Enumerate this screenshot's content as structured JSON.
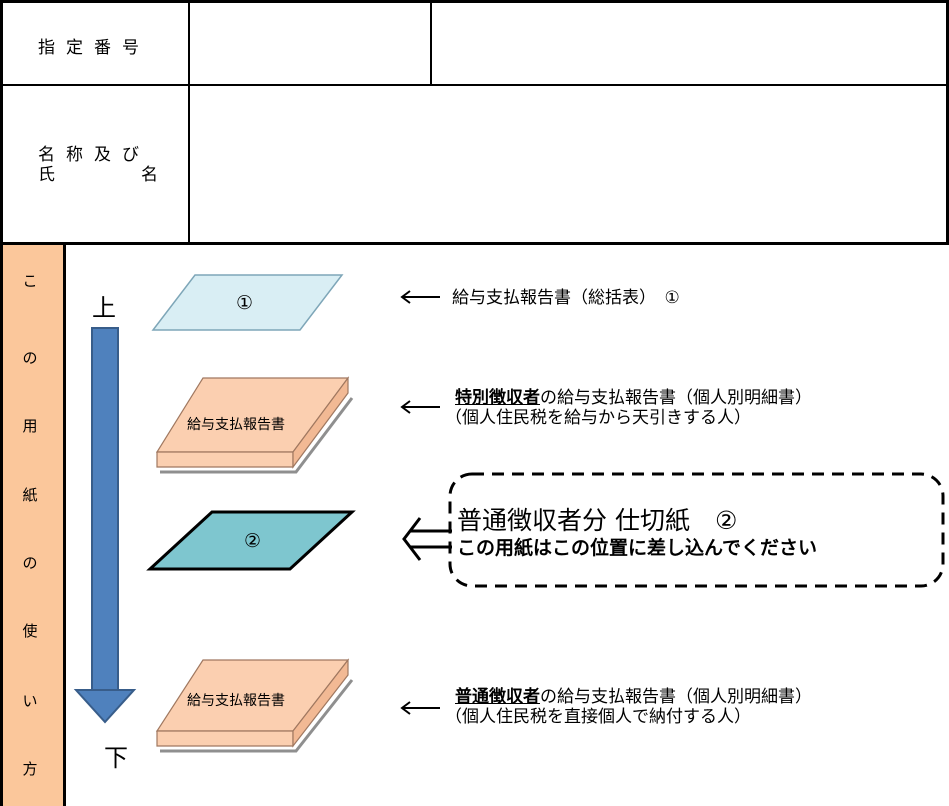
{
  "header": {
    "designation_label": [
      "指",
      "定",
      "番",
      "号"
    ],
    "name_label_row1": [
      "名",
      "称",
      "及",
      "び"
    ],
    "name_label_row2": [
      "氏",
      "名"
    ]
  },
  "sidebar": {
    "chars": [
      "こ",
      "の",
      "用",
      "紙",
      "の",
      "使",
      "い",
      "方"
    ]
  },
  "flow": {
    "top_label": "上",
    "bottom_label": "下"
  },
  "stack": {
    "sheet1_label": "①",
    "book_label": "給与支払報告書",
    "sheet2_label": "②"
  },
  "notes": {
    "item1": "給与支払報告書（総括表）　①",
    "item2_bold": "特別徴収者",
    "item2_rest": "の給与支払報告書（個人別明細書）",
    "item2_sub": "（個人住民税を給与から天引きする人）",
    "item3_title": "普通徴収者分 仕切紙　②",
    "item3_sub": "この用紙はこの位置に差し込んでください",
    "item4_bold": "普通徴収者",
    "item4_rest": "の給与支払報告書（個人別明細書）",
    "item4_sub": "（個人住民税を直接個人で納付する人）"
  },
  "icons": {
    "left_arrow": "long-left-arrow-icon",
    "double_arrow": "double-left-arrow-icon",
    "down_arrow": "blue-down-arrow-icon"
  },
  "colors": {
    "sidebar_bg": "#fbc79b",
    "sheet1_fill": "#d9eef4",
    "sheet2_fill": "#7ec6cf",
    "book_face": "#fbcfb0",
    "arrow_blue": "#4f81bd"
  }
}
